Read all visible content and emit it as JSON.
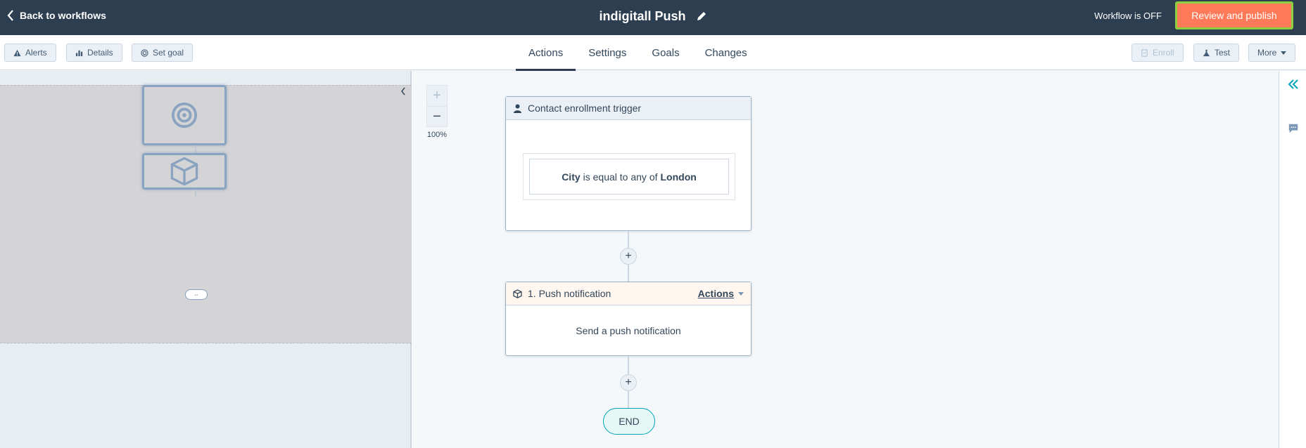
{
  "header": {
    "back_label": "Back to workflows",
    "title": "indigitall Push",
    "status": "Workflow is OFF",
    "publish_label": "Review and publish"
  },
  "toolbar": {
    "alerts": "Alerts",
    "details": "Details",
    "set_goal": "Set goal",
    "enroll": "Enroll",
    "test": "Test",
    "more": "More"
  },
  "tabs": [
    {
      "label": "Actions",
      "active": true
    },
    {
      "label": "Settings",
      "active": false
    },
    {
      "label": "Goals",
      "active": false
    },
    {
      "label": "Changes",
      "active": false
    }
  ],
  "zoom": {
    "level": "100%",
    "plus": "+",
    "minus": "−"
  },
  "trigger": {
    "title": "Contact enrollment trigger",
    "filter_property": "City",
    "filter_operator": "is equal to any of",
    "filter_value": "London"
  },
  "action": {
    "title": "1. Push notification",
    "actions_label": "Actions",
    "body": "Send a push notification"
  },
  "end_label": "END",
  "mini_pill": "⇔",
  "colors": {
    "header_bg": "#2d3e50",
    "publish_bg": "#ff7a59",
    "publish_outline": "#8bd13f",
    "end_border": "#00a4bd",
    "rail_accent": "#00a4bd"
  },
  "icons": [
    "chevron-left-icon",
    "pencil-icon",
    "warning-icon",
    "chart-icon",
    "target-icon",
    "flask-icon",
    "person-icon",
    "box-icon",
    "chevron-double-left-icon",
    "comment-icon"
  ]
}
